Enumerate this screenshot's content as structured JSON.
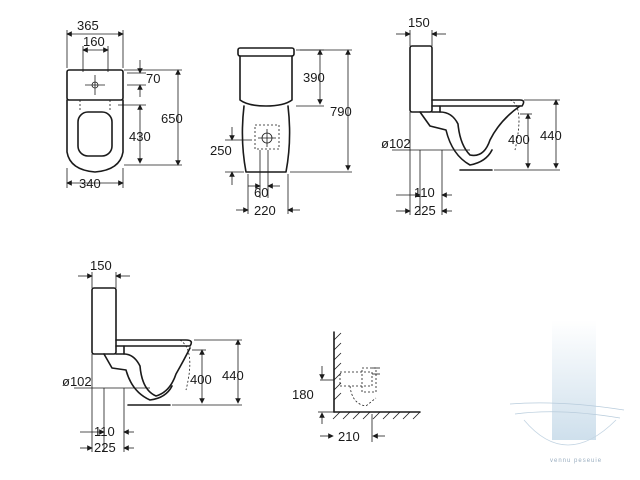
{
  "views": {
    "front": {
      "dims": [
        "365",
        "160",
        "70",
        "650",
        "430",
        "340"
      ]
    },
    "side": {
      "dims": [
        "390",
        "790",
        "250",
        "60",
        "220"
      ]
    },
    "profile_top": {
      "dims": [
        "150",
        "ø102",
        "400",
        "440",
        "110",
        "225"
      ]
    },
    "profile_bottom": {
      "dims": [
        "150",
        "ø102",
        "400",
        "440",
        "110",
        "225"
      ]
    },
    "wall": {
      "dims": [
        "180",
        "210"
      ]
    }
  },
  "watermark": {
    "text": "vennu peseuie"
  },
  "colors": {
    "line": "#1a1a1a",
    "watermark_blue": "#c9dcea"
  }
}
